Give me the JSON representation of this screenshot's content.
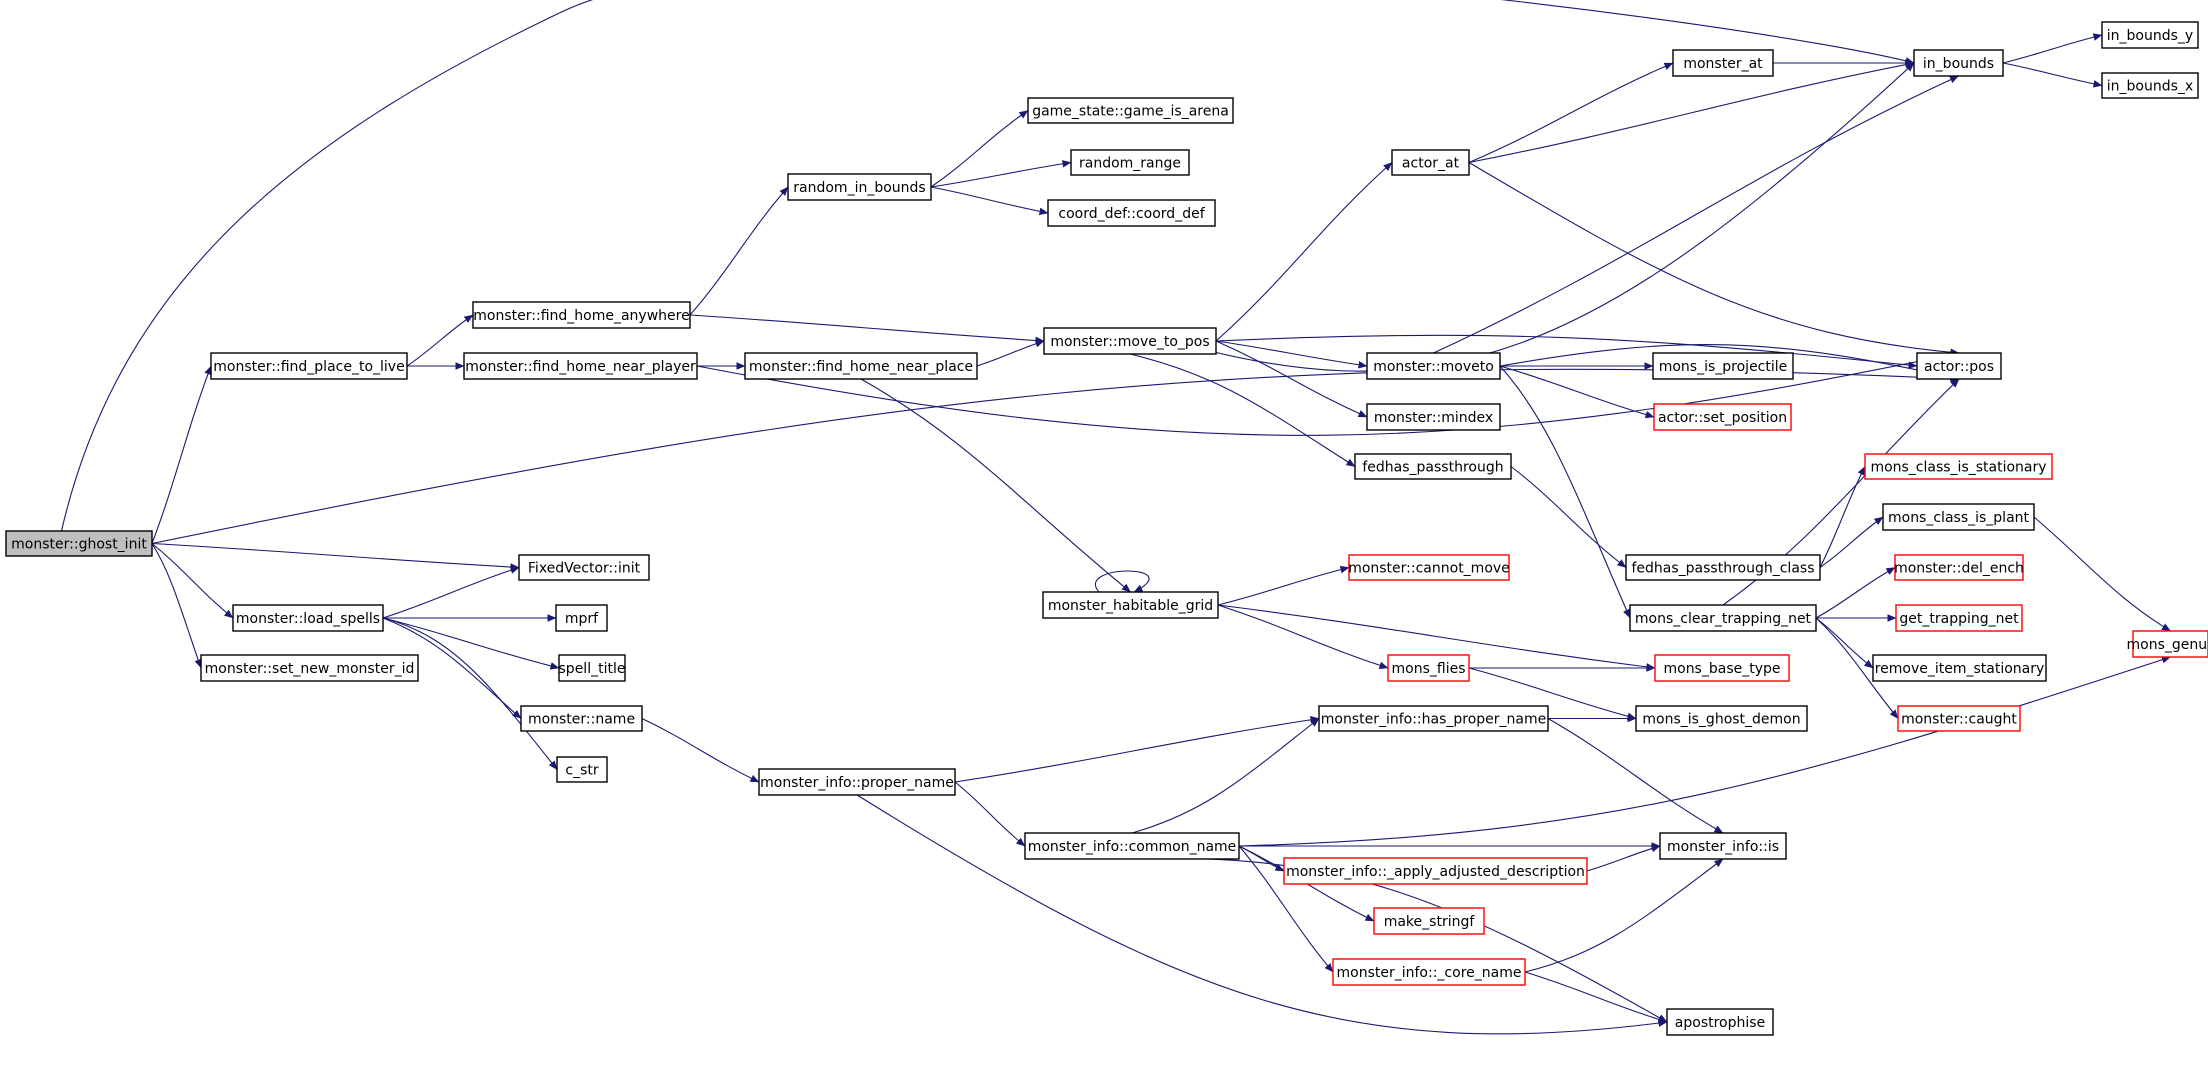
{
  "colors": {
    "edge": "#191970",
    "node_border_default": "#000000",
    "node_border_truncated": "#ff0000",
    "root_fill": "#bfbfbf",
    "node_fill": "#ffffff"
  },
  "nodes": [
    {
      "id": "ghost_init",
      "label": "monster::ghost_init",
      "style": "root"
    },
    {
      "id": "find_place_to_live",
      "label": "monster::find_place_to_live",
      "style": "normal"
    },
    {
      "id": "find_home_anywhere",
      "label": "monster::find_home_anywhere",
      "style": "normal"
    },
    {
      "id": "find_home_near_player",
      "label": "monster::find_home_near_player",
      "style": "normal"
    },
    {
      "id": "find_home_near_place",
      "label": "monster::find_home_near_place",
      "style": "normal"
    },
    {
      "id": "random_in_bounds",
      "label": "random_in_bounds",
      "style": "normal"
    },
    {
      "id": "game_is_arena",
      "label": "game_state::game_is_arena",
      "style": "normal"
    },
    {
      "id": "random_range",
      "label": "random_range",
      "style": "normal"
    },
    {
      "id": "coord_def",
      "label": "coord_def::coord_def",
      "style": "normal"
    },
    {
      "id": "move_to_pos",
      "label": "monster::move_to_pos",
      "style": "normal"
    },
    {
      "id": "actor_at",
      "label": "actor_at",
      "style": "normal"
    },
    {
      "id": "monster_at",
      "label": "monster_at",
      "style": "normal"
    },
    {
      "id": "in_bounds",
      "label": "in_bounds",
      "style": "normal"
    },
    {
      "id": "in_bounds_y",
      "label": "in_bounds_y",
      "style": "normal"
    },
    {
      "id": "in_bounds_x",
      "label": "in_bounds_x",
      "style": "normal"
    },
    {
      "id": "actor_pos",
      "label": "actor::pos",
      "style": "normal"
    },
    {
      "id": "moveto",
      "label": "monster::moveto",
      "style": "normal"
    },
    {
      "id": "mons_is_projectile",
      "label": "mons_is_projectile",
      "style": "normal"
    },
    {
      "id": "set_position",
      "label": "actor::set_position",
      "style": "truncated"
    },
    {
      "id": "mindex",
      "label": "monster::mindex",
      "style": "normal"
    },
    {
      "id": "fedhas_passthrough",
      "label": "fedhas_passthrough",
      "style": "normal"
    },
    {
      "id": "fedhas_passthrough_class",
      "label": "fedhas_passthrough_class",
      "style": "normal"
    },
    {
      "id": "mons_class_is_stationary",
      "label": "mons_class_is_stationary",
      "style": "truncated"
    },
    {
      "id": "mons_class_is_plant",
      "label": "mons_class_is_plant",
      "style": "normal"
    },
    {
      "id": "mons_genus",
      "label": "mons_genus",
      "style": "truncated"
    },
    {
      "id": "del_ench",
      "label": "monster::del_ench",
      "style": "truncated"
    },
    {
      "id": "get_trapping_net",
      "label": "get_trapping_net",
      "style": "truncated"
    },
    {
      "id": "mons_clear_trapping_net",
      "label": "mons_clear_trapping_net",
      "style": "normal"
    },
    {
      "id": "remove_item_stationary",
      "label": "remove_item_stationary",
      "style": "normal"
    },
    {
      "id": "caught",
      "label": "monster::caught",
      "style": "truncated"
    },
    {
      "id": "fixedvector_init",
      "label": "FixedVector::init",
      "style": "normal"
    },
    {
      "id": "load_spells",
      "label": "monster::load_spells",
      "style": "normal"
    },
    {
      "id": "mprf",
      "label": "mprf",
      "style": "normal"
    },
    {
      "id": "spell_title",
      "label": "spell_title",
      "style": "normal"
    },
    {
      "id": "monster_name",
      "label": "monster::name",
      "style": "normal"
    },
    {
      "id": "c_str",
      "label": "c_str",
      "style": "normal"
    },
    {
      "id": "set_new_monster_id",
      "label": "monster::set_new_monster_id",
      "style": "normal"
    },
    {
      "id": "habitable_grid",
      "label": "monster_habitable_grid",
      "style": "normal"
    },
    {
      "id": "cannot_move",
      "label": "monster::cannot_move",
      "style": "truncated"
    },
    {
      "id": "mons_flies",
      "label": "mons_flies",
      "style": "truncated"
    },
    {
      "id": "mons_base_type",
      "label": "mons_base_type",
      "style": "truncated"
    },
    {
      "id": "mons_is_ghost_demon",
      "label": "mons_is_ghost_demon",
      "style": "normal"
    },
    {
      "id": "has_proper_name",
      "label": "monster_info::has_proper_name",
      "style": "normal"
    },
    {
      "id": "proper_name",
      "label": "monster_info::proper_name",
      "style": "normal"
    },
    {
      "id": "common_name",
      "label": "monster_info::common_name",
      "style": "normal"
    },
    {
      "id": "apply_adjusted_description",
      "label": "monster_info::_apply_adjusted_description",
      "style": "truncated"
    },
    {
      "id": "info_is",
      "label": "monster_info::is",
      "style": "normal"
    },
    {
      "id": "make_stringf",
      "label": "make_stringf",
      "style": "truncated"
    },
    {
      "id": "core_name",
      "label": "monster_info::_core_name",
      "style": "truncated"
    },
    {
      "id": "apostrophise",
      "label": "apostrophise",
      "style": "normal"
    }
  ]
}
